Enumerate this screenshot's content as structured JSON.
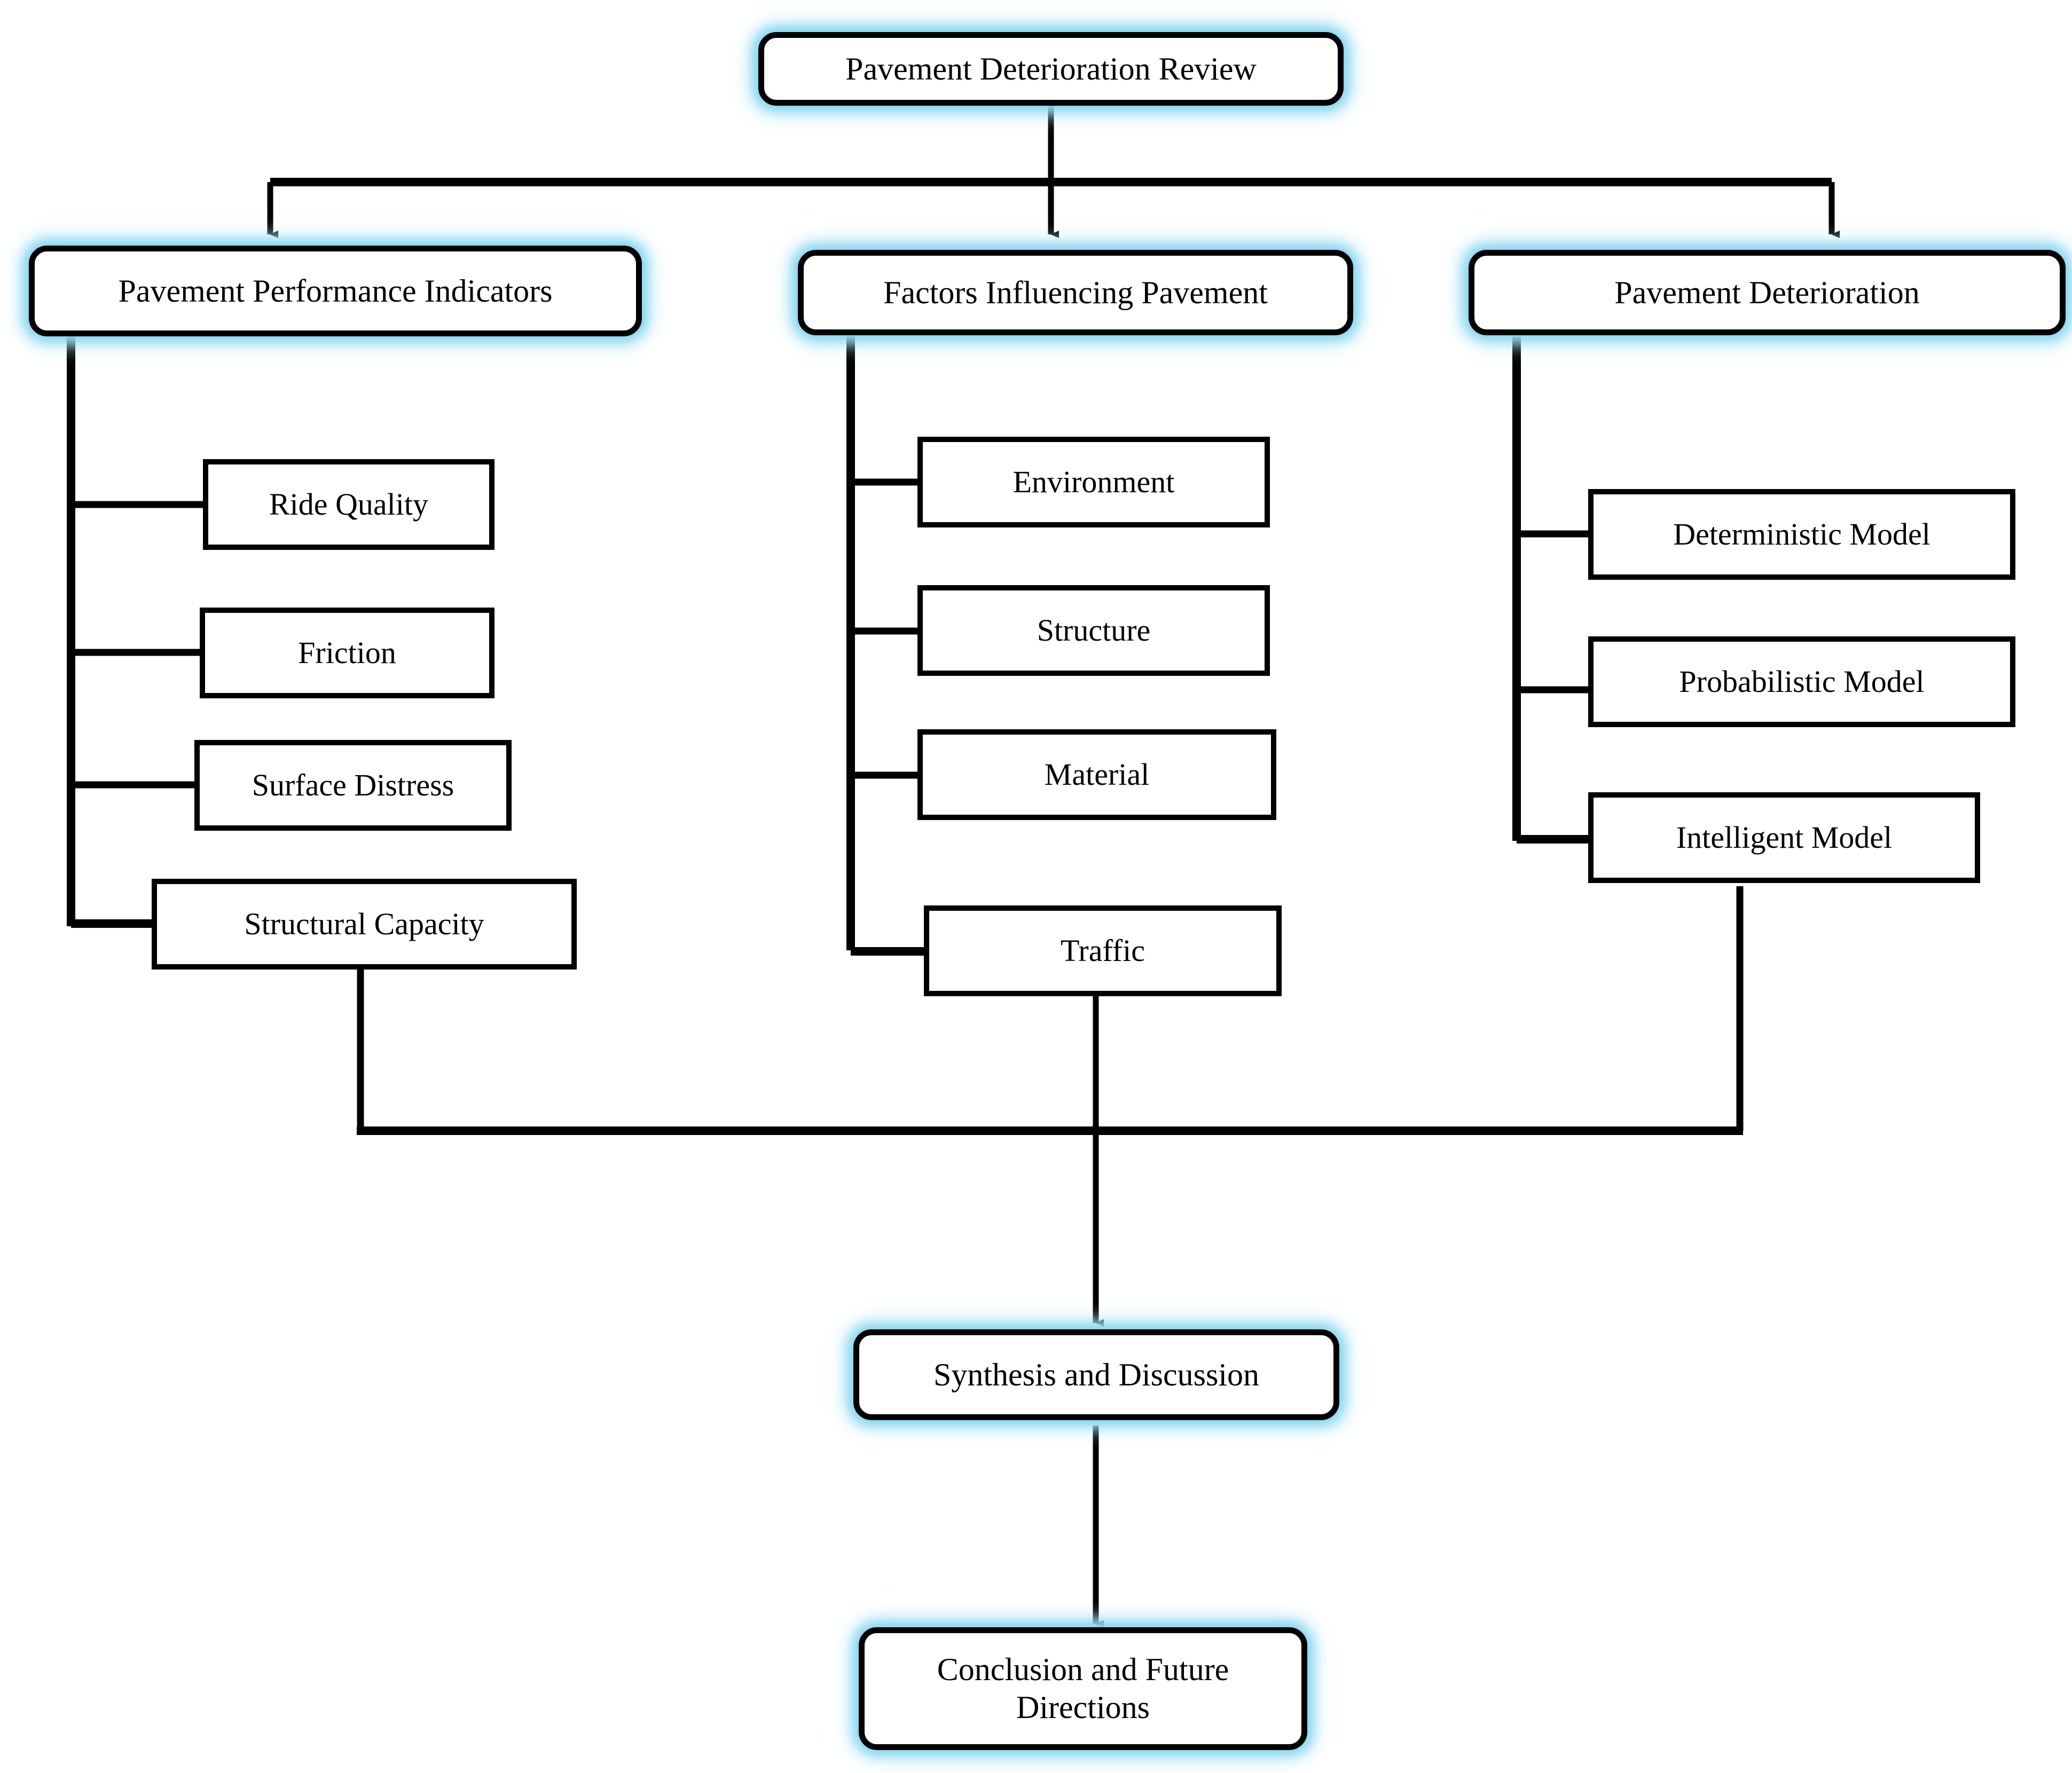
{
  "diagram": {
    "title": "Pavement Deterioration Review flowchart",
    "colors": {
      "box_fill": "#ffffff",
      "box_border": "#000000",
      "glow": "#7fd4ef",
      "connector": "#000000",
      "background": "#ffffff"
    },
    "root": {
      "label": "Pavement Deterioration Review"
    },
    "branches": [
      {
        "id": "performance",
        "label": "Pavement Performance Indicators",
        "children": [
          {
            "label": "Ride Quality"
          },
          {
            "label": "Friction"
          },
          {
            "label": "Surface Distress"
          },
          {
            "label": "Structural Capacity"
          }
        ]
      },
      {
        "id": "factors",
        "label": "Factors Influencing Pavement",
        "children": [
          {
            "label": "Environment"
          },
          {
            "label": "Structure"
          },
          {
            "label": "Material"
          },
          {
            "label": "Traffic"
          }
        ]
      },
      {
        "id": "deterioration",
        "label": "Pavement Deterioration",
        "children": [
          {
            "label": "Deterministic Model"
          },
          {
            "label": "Probabilistic Model"
          },
          {
            "label": "Intelligent Model"
          }
        ]
      }
    ],
    "synthesis": {
      "label": "Synthesis and Discussion"
    },
    "conclusion": {
      "label": "Conclusion and Future Directions"
    }
  }
}
